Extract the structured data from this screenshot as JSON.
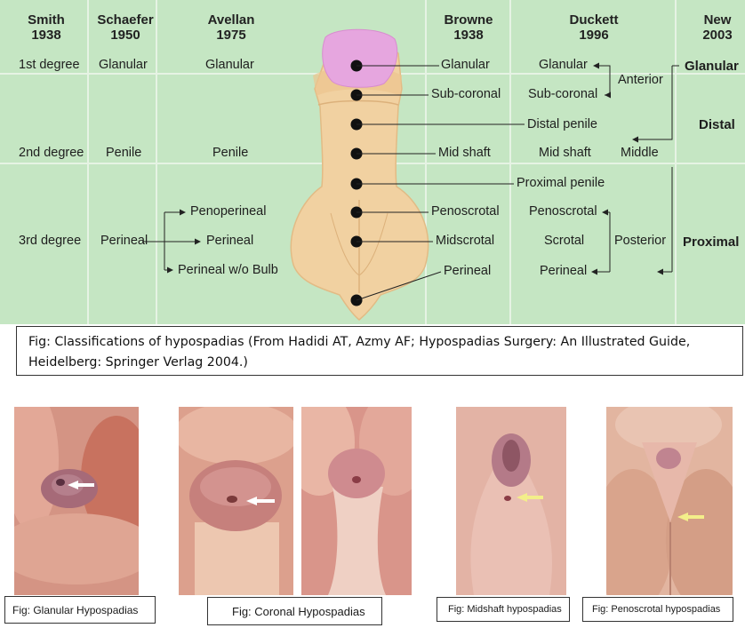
{
  "headers": {
    "smith": [
      "Smith",
      "1938"
    ],
    "schaefer": [
      "Schaefer",
      "1950"
    ],
    "avellan": [
      "Avellan",
      "1975"
    ],
    "browne": [
      "Browne",
      "1938"
    ],
    "duckett": [
      "Duckett",
      "1996"
    ],
    "new": [
      "New",
      "2003"
    ]
  },
  "smith": {
    "r1": "1st degree",
    "r2": "2nd degree",
    "r3": "3rd degree"
  },
  "schaefer": {
    "r1": "Glanular",
    "r2": "Penile",
    "r3": "Perineal"
  },
  "avellan": {
    "r1": "Glanular",
    "r2": "Penile",
    "r3a": "Penoperineal",
    "r3b": "Perineal",
    "r3c": "Perineal w/o Bulb"
  },
  "browne": [
    "Glanular",
    "Sub-coronal",
    "Distal penile",
    "Mid shaft",
    "Proximal penile",
    "Penoscrotal",
    "Midscrotal",
    "Perineal"
  ],
  "duckett": {
    "glanular": "Glanular",
    "subcoronal": "Sub-coronal",
    "midshaft": "Mid shaft",
    "penoscrotal": "Penoscrotal",
    "scrotal": "Scrotal",
    "perineal": "Perineal",
    "anterior": "Anterior",
    "middle": "Middle",
    "posterior": "Posterior"
  },
  "new": {
    "glanular": "Glanular",
    "distal": "Distal",
    "proximal": "Proximal"
  },
  "caption": "Fig: Classifications of hypospadias (From Hadidi AT, Azmy AF; Hypospadias Surgery: An Illustrated Guide, Heidelberg: Springer Verlag 2004.)",
  "photo_labels": {
    "glanular": "Fig: Glanular Hypospadias",
    "coronal": "Fig: Coronal Hypospadias",
    "midshaft": "Fig: Midshaft hypospadias",
    "penoscrotal": "Fig: Penoscrotal hypospadias"
  },
  "colors": {
    "background": "#c5e6c3",
    "glans": "#e6a6df",
    "body": "#f1d1a1",
    "arrow_white": "#ffffff",
    "arrow_yellow": "#f3ee8a"
  }
}
